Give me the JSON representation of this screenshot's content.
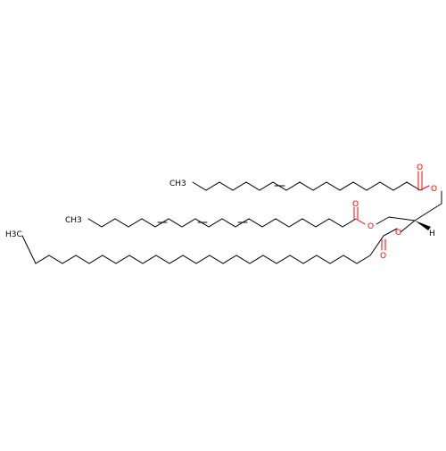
{
  "colors": {
    "background": "#ffffff",
    "carbon_bond": "#000000",
    "oxygen": "#ff0000"
  },
  "atom_labels": {
    "top_methyl": "CH3",
    "middle_methyl": "CH3",
    "bottom_methyl": "H3C",
    "top_carbonyl_o": "O",
    "top_ester_o": "O",
    "middle_carbonyl_o": "O",
    "middle_ester_o": "O",
    "bottom_carbonyl_o": "O",
    "bottom_ester_o": "O",
    "stereo_h": "H"
  }
}
